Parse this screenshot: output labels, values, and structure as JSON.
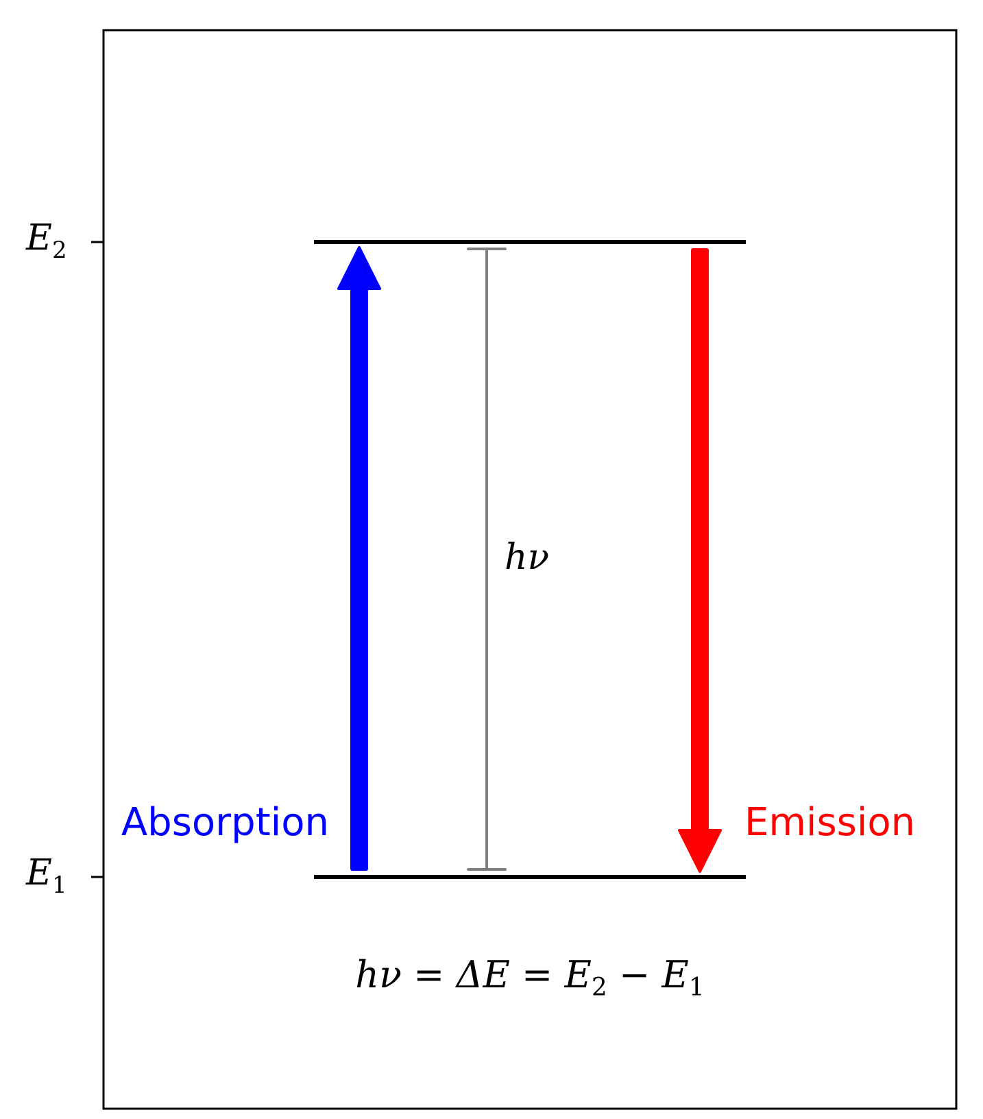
{
  "levels": {
    "upper": {
      "label_base": "E",
      "label_sub": "2"
    },
    "lower": {
      "label_base": "E",
      "label_sub": "1"
    }
  },
  "arrows": {
    "absorption": {
      "label": "Absorption",
      "color": "#0000ff"
    },
    "emission": {
      "label": "Emission",
      "color": "#ff0000"
    }
  },
  "gap": {
    "label": "hν",
    "color": "#808080"
  },
  "equation": {
    "part1": "hν = ΔE = E",
    "sub1": "2",
    "part2": " − E",
    "sub2": "1"
  },
  "colors": {
    "frame": "#000000",
    "level_line": "#000000"
  }
}
